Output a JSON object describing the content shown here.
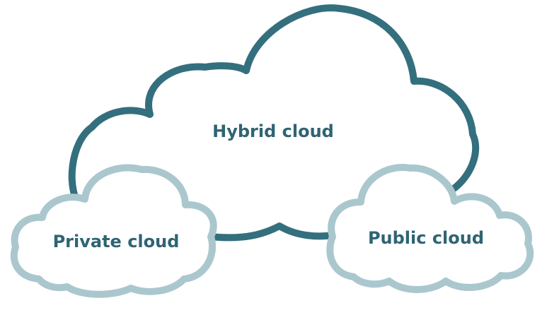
{
  "diagram": {
    "clouds": [
      {
        "id": "hybrid",
        "label": "Hybrid cloud",
        "stroke": "#346f7e"
      },
      {
        "id": "private",
        "label": "Private cloud",
        "stroke": "#abc7ce"
      },
      {
        "id": "public",
        "label": "Public cloud",
        "stroke": "#abc7ce"
      }
    ],
    "label_color": "#2f6473",
    "background": "#ffffff"
  }
}
